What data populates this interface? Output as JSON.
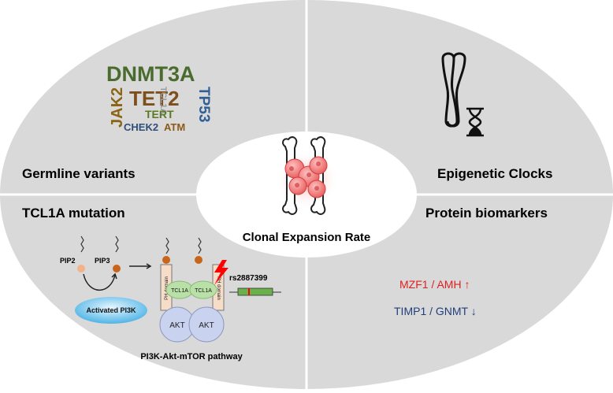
{
  "center": {
    "title": "Clonal Expansion Rate"
  },
  "quadrants": {
    "top_left": {
      "title": "Germline variants",
      "genes": {
        "dnmt3a": "DNMT3A",
        "tet2": "TET2",
        "jak2": "JAK2",
        "tcl1a": "TCL1A",
        "tp53": "TP53",
        "tert": "TERT",
        "chek2": "CHEK2",
        "atm": "ATM"
      }
    },
    "top_right": {
      "title": "Epigenetic Clocks"
    },
    "bottom_left": {
      "title": "TCL1A mutation",
      "pip2": "PIP2",
      "pip3": "PIP3",
      "activated_pi3k": "Activated PI3K",
      "ph_domain": "PH domain",
      "tcl1a_label": "TCL1A",
      "akt": "AKT",
      "snp": "rs2887399",
      "pathway": "PI3K-Akt-mTOR pathway"
    },
    "bottom_right": {
      "title": "Protein biomarkers",
      "marker_up": "MZF1 / AMH ↑",
      "marker_down": "TIMP1 / GNMT ↓"
    }
  },
  "colors": {
    "background": "#d9d9d9",
    "divider": "#ffffff",
    "dnmt3a": "#4a6b2e",
    "tet2": "#7d4f1c",
    "jak2": "#8b6414",
    "tcl1a": "#9a9a9a",
    "tp53": "#2f5f96",
    "tert": "#5a7a24",
    "chek2": "#2f4f7a",
    "atm": "#8b5a1a",
    "up_marker": "#e02020",
    "down_marker": "#1f3f7a",
    "cell": "#f06a6a",
    "bone": "#ffffff",
    "ph_box": "#f5ddc8",
    "tcl1a_oval": "#b9e0a6",
    "akt": "#c9d3ef",
    "pi3k": "#5bbbe8",
    "pip_dot": "#c8651a",
    "lightning": "#ff0000",
    "snp_bar": "#6ab04c"
  },
  "icons": [
    "chromosome-icon",
    "hourglass-icon",
    "bone-icon",
    "cell-cluster-icon",
    "lightning-icon"
  ]
}
